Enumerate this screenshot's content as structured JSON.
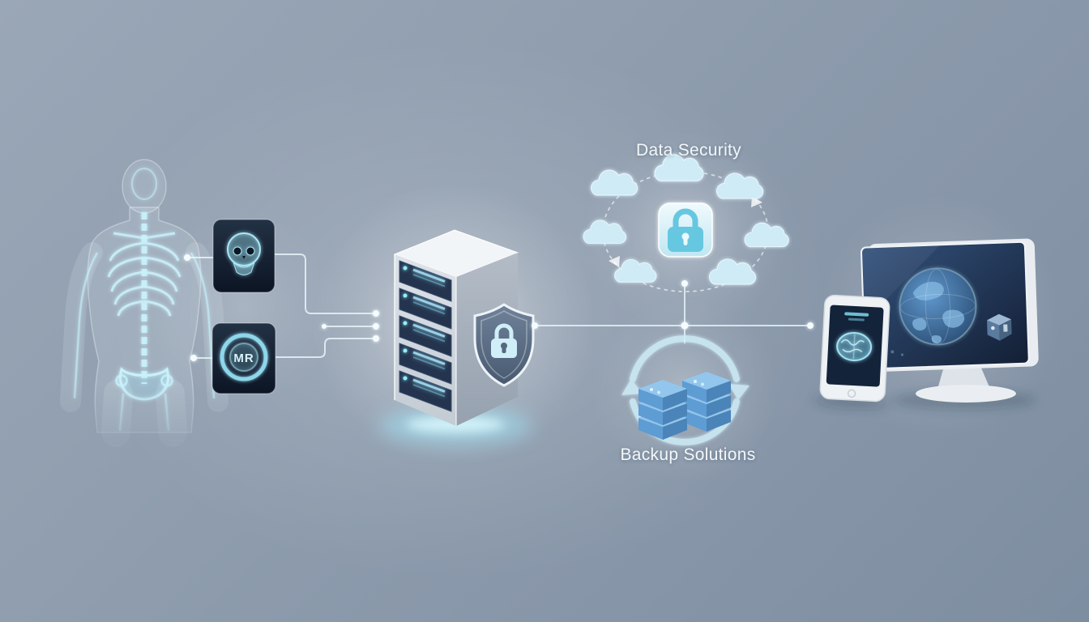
{
  "scene": {
    "labels": {
      "data_security": "Data Security",
      "backup_solutions": "Backup Solutions",
      "mri_label": "MR"
    },
    "colors": {
      "background_top": "#9aa7b7",
      "background_bottom": "#7e8ea1",
      "accent_cyan": "#9fe3f5",
      "glow_cyan": "#c9f2fc",
      "wire": "#e9f6fa",
      "label_text": "#f3f7fa",
      "server_front": "#d2d9e0",
      "server_side": "#a7b1bd",
      "server_top": "#f2f5f8",
      "slot_navy": "#24344e",
      "shield_steel": "#5d7089",
      "cloud_fill": "#cfecf7",
      "tile_lock_cyan": "#66c7e0",
      "backup_blue": "#5e9cd4",
      "screen_navy": "#1c2f4c"
    },
    "icons": [
      {
        "name": "xray-body-icon",
        "shape": "svg-silhouette"
      },
      {
        "name": "skull-scan-icon",
        "shape": "svg-skull"
      },
      {
        "name": "mri-scan-icon",
        "shape": "svg-ring"
      },
      {
        "name": "server-tower-icon",
        "shape": "svg-isometric-box"
      },
      {
        "name": "shield-lock-icon",
        "shape": "svg-shield-padlock"
      },
      {
        "name": "cloud-icon",
        "shape": "svg-cloud"
      },
      {
        "name": "padlock-icon",
        "shape": "svg-padlock"
      },
      {
        "name": "backup-stack-icon",
        "shape": "svg-isometric-stack"
      },
      {
        "name": "sync-arrows-icon",
        "shape": "svg-circular-arrows"
      },
      {
        "name": "globe-icon",
        "shape": "svg-globe"
      },
      {
        "name": "cube-icon",
        "shape": "svg-cube"
      },
      {
        "name": "brain-scan-icon",
        "shape": "svg-brain"
      },
      {
        "name": "monitor-icon",
        "shape": "svg-monitor"
      },
      {
        "name": "tablet-icon",
        "shape": "svg-tablet"
      }
    ]
  }
}
